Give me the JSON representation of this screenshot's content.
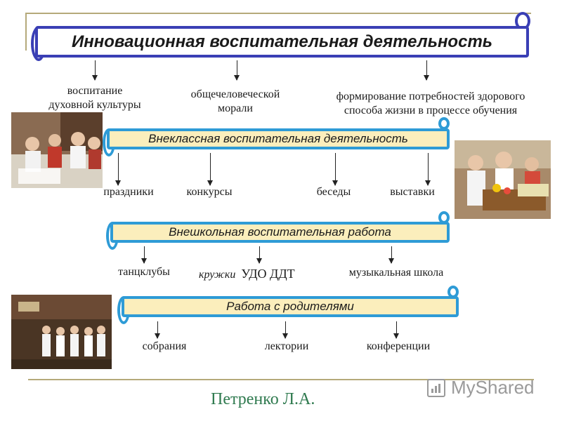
{
  "title": "Инновационная воспитательная деятельность",
  "top_topics": [
    "воспитание\nдуховной культуры",
    "общечеловеческой\nморали",
    "формирование потребностей здорового\nспособа жизни в процессе обучения"
  ],
  "sections": [
    {
      "title": "Внеклассная воспитательная деятельность",
      "items": [
        "праздники",
        "конкурсы",
        "беседы",
        "выставки"
      ]
    },
    {
      "title": "Внешкольная воспитательная работа",
      "items": [
        "танцклубы",
        "кружки",
        "УДО ДДТ",
        "музыкальная школа"
      ]
    },
    {
      "title": "Работа с родителями",
      "items": [
        "собрания",
        "лектории",
        "конференции"
      ]
    }
  ],
  "author": "Петренко Л.А.",
  "watermark": "MyShared",
  "colors": {
    "scroll_border": "#2e9bd6",
    "main_scroll_border": "#3a3fb5",
    "scroll_fill": "#fbeebc",
    "author": "#2f7a4f",
    "rule": "#b5a97a"
  }
}
